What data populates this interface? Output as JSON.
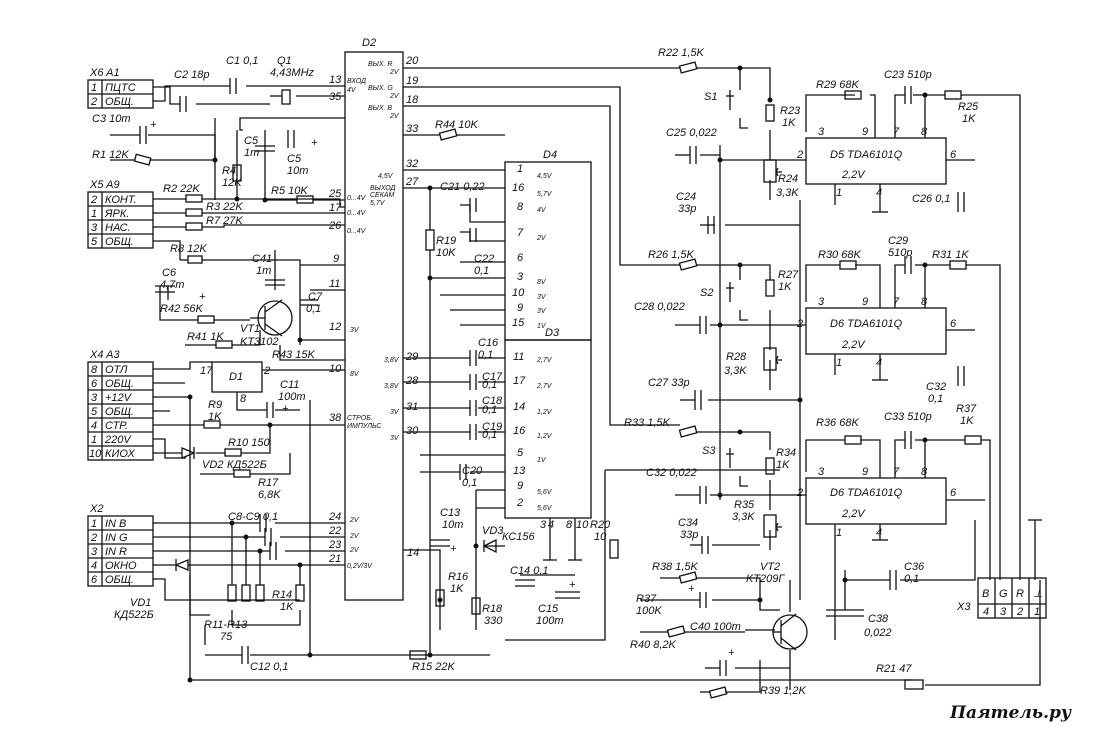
{
  "watermark": "Паятель.ру",
  "connectors": {
    "x6": {
      "title": "X6 A1",
      "pins": [
        {
          "n": "1",
          "label": "ПЦТС"
        },
        {
          "n": "2",
          "label": "ОБЩ."
        }
      ]
    },
    "x5": {
      "title": "X5 A9",
      "pins": [
        {
          "n": "2",
          "label": "КОНТ."
        },
        {
          "n": "1",
          "label": "ЯРК."
        },
        {
          "n": "3",
          "label": "НАС."
        },
        {
          "n": "5",
          "label": "ОБЩ."
        }
      ]
    },
    "x4": {
      "title": "X4 A3",
      "pins": [
        {
          "n": "8",
          "label": "ОТЛ"
        },
        {
          "n": "6",
          "label": "ОБЩ."
        },
        {
          "n": "3",
          "label": "+12V"
        },
        {
          "n": "5",
          "label": "ОБЩ."
        },
        {
          "n": "4",
          "label": "СТР."
        },
        {
          "n": "1",
          "label": "220V"
        },
        {
          "n": "10",
          "label": "КИОХ"
        }
      ]
    },
    "x2": {
      "title": "X2",
      "pins": [
        {
          "n": "1",
          "label": "IN B"
        },
        {
          "n": "2",
          "label": "IN G"
        },
        {
          "n": "3",
          "label": "IN R"
        },
        {
          "n": "4",
          "label": "ОКНО"
        },
        {
          "n": "6",
          "label": "ОБЩ."
        }
      ]
    },
    "x3": {
      "title": "X3",
      "labels": [
        "B",
        "G",
        "R",
        "⊥"
      ],
      "nums": [
        "4",
        "3",
        "2",
        "1"
      ]
    }
  },
  "d2": {
    "label": "D2",
    "left_pins": [
      "13",
      "35",
      "25",
      "17",
      "26",
      "9",
      "11",
      "12",
      "10",
      "38",
      "24",
      "22",
      "23",
      "21",
      "14"
    ],
    "left_notes": [
      "ВХОД",
      "4V",
      "0...4V",
      "0...4V",
      "0...4V",
      "3V",
      "8V",
      "СТРОБ.",
      "ИМПУЛЬС",
      "2V",
      "2V",
      "2V",
      "0,2V/3V"
    ],
    "right_pins": [
      "20",
      "19",
      "18",
      "33",
      "32",
      "27"
    ],
    "right_notes": [
      "ВЫХ. R",
      "2V",
      "ВЫХ. G",
      "2V",
      "ВЫХ. B",
      "2V",
      "4,5V",
      "ВЫХОД",
      "СЕКАМ",
      "5,7V"
    ]
  },
  "d4": {
    "label": "D4",
    "pins": [
      "1",
      "16",
      "8",
      "7",
      "6",
      "3",
      "10",
      "9",
      "15"
    ],
    "notes": [
      "4,5V",
      "5,7V",
      "4V",
      "2V",
      "8V",
      "3V",
      "3V",
      "1V"
    ]
  },
  "d3": {
    "label": "D3",
    "left_pins": [
      "29",
      "28",
      "31",
      "30"
    ],
    "left_notes": [
      "3,8V",
      "3,8V",
      "3V",
      "3V"
    ],
    "right_pins": [
      "11",
      "17",
      "14",
      "16",
      "5",
      "13",
      "9",
      "2",
      "3",
      "4",
      "8",
      "10"
    ],
    "right_notes": [
      "2,7V",
      "2,7V",
      "1,2V",
      "1,2V",
      "1V",
      "5,6V",
      "5,6V"
    ]
  },
  "d1": {
    "label": "D1",
    "pins": [
      "17",
      "2",
      "8"
    ]
  },
  "amps": [
    {
      "name": "D5 TDA6101Q",
      "pins": [
        "3",
        "9",
        "7",
        "8",
        "2",
        "6",
        "1",
        "4"
      ],
      "volt": "2,2V"
    },
    {
      "name": "D6 TDA6101Q",
      "pins": [
        "3",
        "9",
        "7",
        "8",
        "2",
        "6",
        "1",
        "4"
      ],
      "volt": "2,2V"
    },
    {
      "name": "D6 TDA6101Q",
      "pins": [
        "3",
        "9",
        "7",
        "8",
        "2",
        "6",
        "1",
        "4"
      ],
      "volt": "2,2V"
    }
  ],
  "components": {
    "c1": "C1 0,1",
    "q1": "Q1",
    "q1_freq": "4,43MHz",
    "c2": "C2 18p",
    "c3": "C3 10m",
    "r1": "R1 12K",
    "c5a": "C5",
    "c5a_val": "1m",
    "c5b": "C5",
    "c5b_val": "10m",
    "r4": "R4",
    "r4_val": "12K",
    "r2": "R2 22K",
    "r3": "R3 22K",
    "r7": "R7 27K",
    "r5": "R5 10K",
    "r8": "R8 12K",
    "c41": "C41",
    "c41_val": "1m",
    "c6": "C6",
    "c6_val": "4,7m",
    "r42": "R42 56K",
    "c7": "C7",
    "c7_val": "0,1",
    "vt1": "VT1",
    "vt1_type": "KT3102",
    "r41": "R41 1K",
    "r43": "R43 15K",
    "c11": "C11",
    "c11_val": "100m",
    "r9": "R9",
    "r9_val": "1K",
    "r10": "R10 150",
    "vd2": "VD2",
    "vd2_type": "КД522Б",
    "r17": "R17",
    "r17_val": "6,8K",
    "c8c9": "C8-C9 0,1",
    "vd1": "VD1",
    "vd1_type": "КД522Б",
    "r14": "R14",
    "r14_val": "1K",
    "r11r13": "R11-R13",
    "r11r13_val": "75",
    "c12": "C12 0,1",
    "r15": "R15 22K",
    "r44": "R44 10K",
    "c21": "C21 0,22",
    "r19": "R19",
    "r19_val": "10K",
    "c22": "C22",
    "c22_val": "0,1",
    "c16": "C16",
    "c16_val": "0,1",
    "c17": "C17",
    "c17_val": "0,1",
    "c18": "C18",
    "c18_val": "0,1",
    "c19": "C19",
    "c19_val": "0,1",
    "c20": "C20",
    "c20_val": "0,1",
    "c13": "C13",
    "c13_val": "10m",
    "vd3": "VD3",
    "vd3_type": "КС156",
    "r16": "R16",
    "r16_val": "1K",
    "r18": "R18",
    "r18_val": "330",
    "c14": "C14 0,1",
    "c15": "C15",
    "c15_val": "100m",
    "r20": "R20",
    "r20_val": "10",
    "r22": "R22 1,5K",
    "s1": "S1",
    "r23": "R23",
    "r23_val": "1K",
    "r29": "R29 68K",
    "c23": "C23 510p",
    "r25": "R25",
    "r25_val": "1K",
    "c25": "C25 0,022",
    "r24": "R24",
    "r24_val": "3,3K",
    "c24": "C24",
    "c24_val": "33p",
    "c26": "C26 0,1",
    "r26": "R26 1,5K",
    "r27": "R27",
    "r27_val": "1K",
    "s2": "S2",
    "r30": "R30 68K",
    "c29": "C29",
    "c29_val": "510p",
    "r31": "R31 1K",
    "c28": "C28 0,022",
    "r28": "R28",
    "r28_val": "3,3K",
    "c27": "C27 33p",
    "c32r": "C32",
    "c32r_val": "0,1",
    "r33": "R33 1,5K",
    "s3": "S3",
    "r34": "R34",
    "r34_val": "1K",
    "r36": "R36 68K",
    "c33": "C33 510p",
    "r37": "R37",
    "r37_val": "1K",
    "c32": "C32 0,022",
    "r35": "R35",
    "r35_val": "3,3K",
    "c34": "C34",
    "c34_val": "33p",
    "r38": "R38 1,5K",
    "vt2": "VT2",
    "vt2_type": "KT209Г",
    "c36": "C36",
    "c36_val": "0,1",
    "r37b": "R37",
    "r37b_val": "100K",
    "c40": "C40 100m",
    "r40": "R40 8,2K",
    "c38": "C38",
    "c38_val": "0,022",
    "r21": "R21 47",
    "r39": "R39 1,2K"
  }
}
